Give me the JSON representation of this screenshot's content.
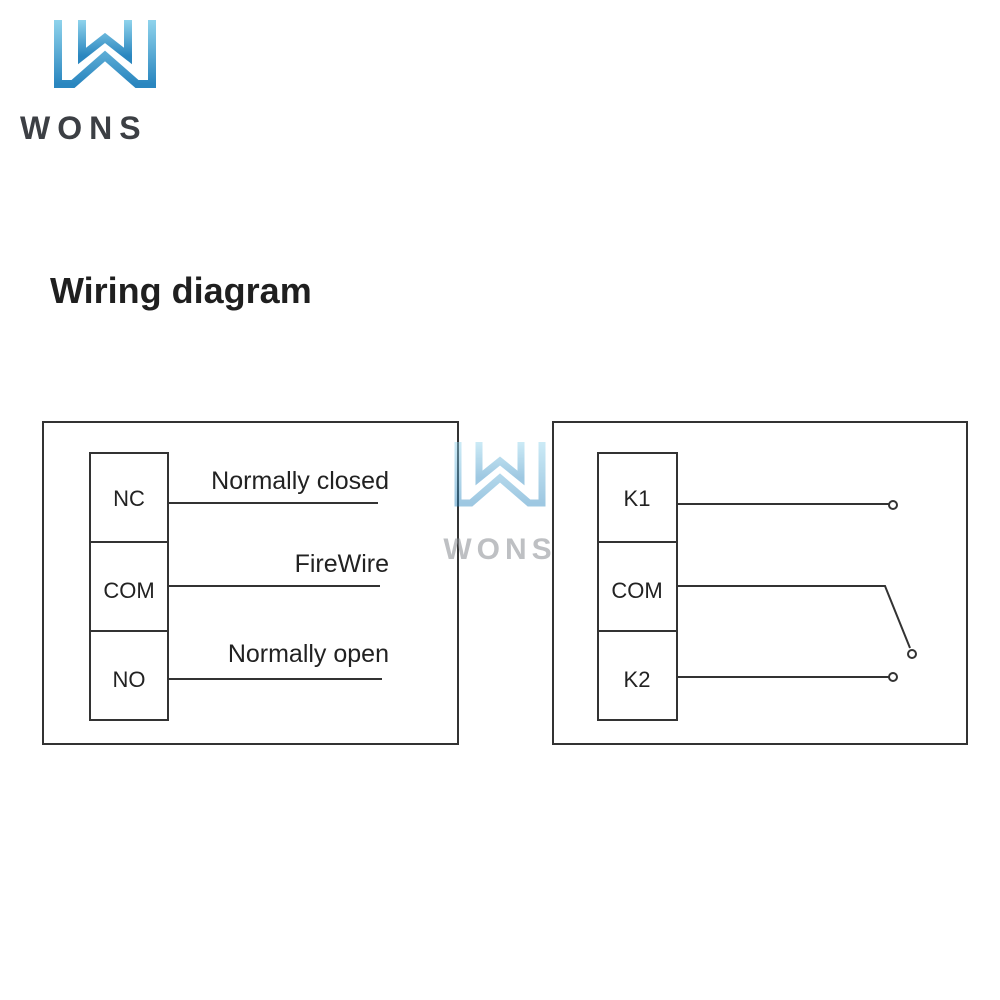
{
  "brand": {
    "name": "WONS",
    "colors": {
      "logo_gradient_top": "#7cc9e6",
      "logo_gradient_bottom": "#2f8fc4",
      "logo_text": "#3c3f44"
    }
  },
  "title": "Wiring diagram",
  "left_panel": {
    "terminals": [
      "NC",
      "COM",
      "NO"
    ],
    "wire_labels": [
      "Normally closed",
      "FireWire",
      "Normally open"
    ]
  },
  "right_panel": {
    "terminals": [
      "K1",
      "COM",
      "K2"
    ]
  },
  "watermark": {
    "text": "WONS"
  }
}
